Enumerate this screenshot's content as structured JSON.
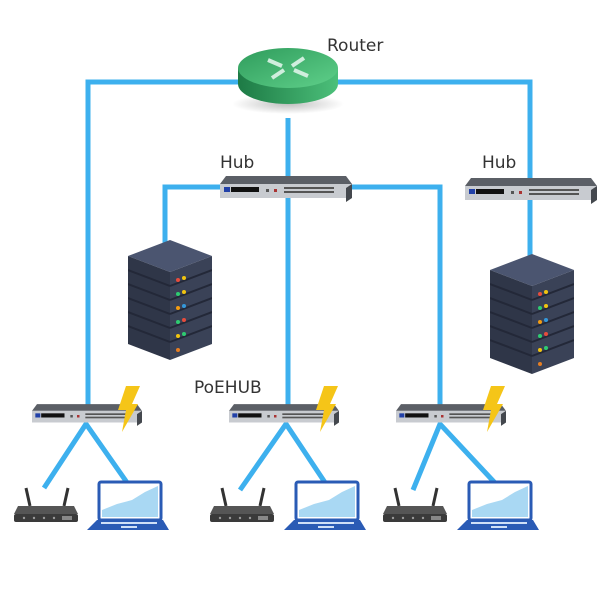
{
  "labels": {
    "router": "Router",
    "hub_left": "Hub",
    "hub_right": "Hub",
    "poe_hub": "PoEHUB"
  },
  "colors": {
    "wire": "#3db0ee",
    "router": "#2e9e5a",
    "server": "#3a4257",
    "bolt": "#f5c518",
    "laptop": "#2a5bb5"
  }
}
